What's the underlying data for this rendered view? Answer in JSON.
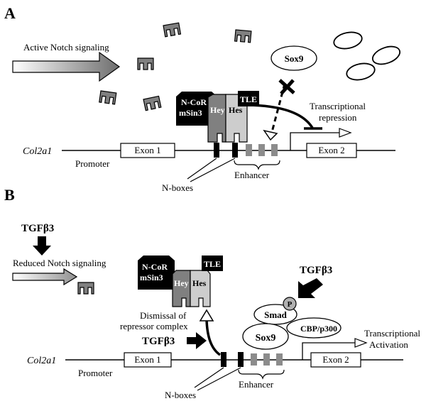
{
  "panel_a": {
    "label": "A",
    "signal": "Active Notch signaling",
    "sox9": "Sox9",
    "ncor": "N-CoR",
    "msin3": "mSin3",
    "tle": "TLE",
    "hey": "Hey",
    "hes": "Hes",
    "repression_1": "Transcriptional",
    "repression_2": "repression",
    "gene": "Col2a1",
    "exon1": "Exon 1",
    "exon2": "Exon 2",
    "promoter": "Promoter",
    "nboxes": "N-boxes",
    "enhancer": "Enhancer"
  },
  "panel_b": {
    "label": "B",
    "tgf_top": "TGFβ3",
    "signal": "Reduced  Notch signaling",
    "ncor": "N-CoR",
    "msin3": "mSin3",
    "tle": "TLE",
    "hey": "Hey",
    "hes": "Hes",
    "dismissal_1": "Dismissal of",
    "dismissal_2": "repressor complex",
    "tgf_right": "TGFβ3",
    "p": "P",
    "smad": "Smad",
    "cbp": "CBP/p300",
    "sox9": "Sox9",
    "tgf_left": "TGFβ3",
    "activation_1": "Transcriptional",
    "activation_2": "Activation",
    "gene": "Col2a1",
    "exon1": "Exon 1",
    "exon2": "Exon 2",
    "promoter": "Promoter",
    "nboxes": "N-boxes",
    "enhancer": "Enhancer"
  }
}
